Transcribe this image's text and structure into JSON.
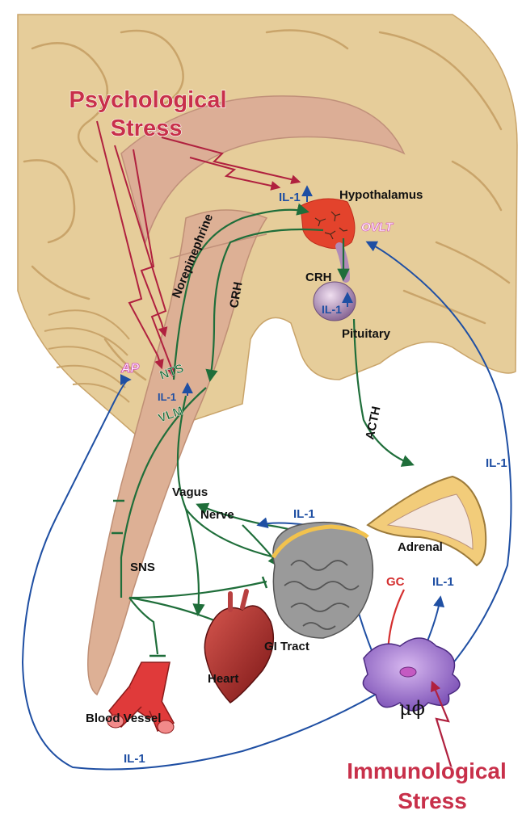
{
  "labels": {
    "psychological_stress_line1": "Psychological",
    "psychological_stress_line2": "Stress",
    "immunological_stress_line1": "Immunological",
    "immunological_stress_line2": "Stress",
    "hypothalamus": "Hypothalamus",
    "ovlt": "OVLT",
    "il1_hypothalamus": "IL-1",
    "norepinephrine": "Norepinephrine",
    "crh_brainstem": "CRH",
    "crh_pituitary": "CRH",
    "il1_pituitary": "IL-1",
    "pituitary": "Pituitary",
    "ap": "AP",
    "nts": "NTS",
    "il1_brainstem": "IL-1",
    "vlm": "VLM",
    "acth": "ACTH",
    "il1_right": "IL-1",
    "vagus_line1": "Vagus",
    "vagus_line2": "Nerve",
    "il1_vagus": "IL-1",
    "adrenal": "Adrenal",
    "sns": "SNS",
    "gc": "GC",
    "il1_adrenal": "IL-1",
    "gi_tract": "GI Tract",
    "heart": "Heart",
    "macrophage": "μϕ",
    "blood_vessel": "Blood Vessel",
    "il1_bottom": "IL-1"
  },
  "colors": {
    "background": "#ffffff",
    "brain": "#e6cd9a",
    "brain_fold": "#d9b985",
    "sagittal": "#ddb095",
    "stress_text": "#c8304a",
    "il1_blue": "#1f4fa3",
    "green_pathway": "#1f6e3a",
    "gc_red": "#d43030",
    "ovlt_magenta": "#d23cbf",
    "text_dark": "#111111"
  }
}
